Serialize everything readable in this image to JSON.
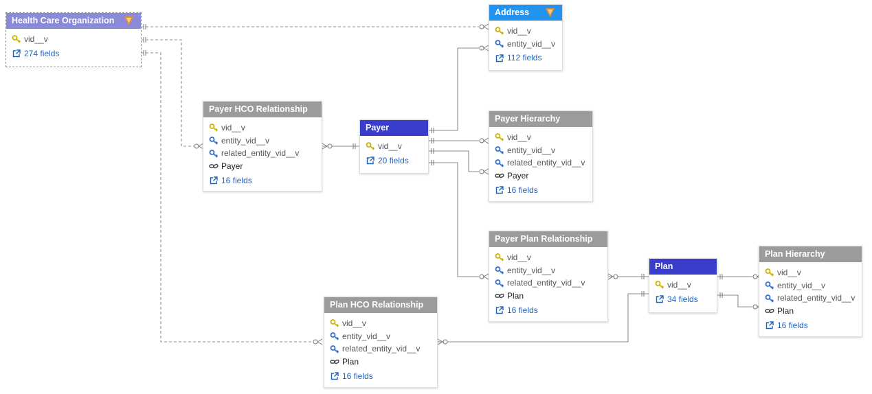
{
  "entities": {
    "hco": {
      "title": "Health Care Organization",
      "fields": [
        {
          "text": "vid__v",
          "icon": "primary-key-icon"
        }
      ],
      "link": "274 fields",
      "color": "#8a8ad8"
    },
    "address": {
      "title": "Address",
      "fields": [
        {
          "text": "vid__v",
          "icon": "primary-key-icon"
        },
        {
          "text": "entity_vid__v",
          "icon": "foreign-key-icon"
        }
      ],
      "link": "112 fields",
      "color": "#2294f0"
    },
    "phco": {
      "title": "Payer HCO Relationship",
      "fields": [
        {
          "text": "vid__v",
          "icon": "primary-key-icon"
        },
        {
          "text": "entity_vid__v",
          "icon": "foreign-key-icon"
        },
        {
          "text": "related_entity_vid__v",
          "icon": "foreign-key-icon"
        },
        {
          "text": "Payer",
          "icon": "relationship-link-icon"
        }
      ],
      "link": "16 fields"
    },
    "payer": {
      "title": "Payer",
      "fields": [
        {
          "text": "vid__v",
          "icon": "primary-key-icon"
        }
      ],
      "link": "20 fields",
      "color": "#3a3ccc"
    },
    "phier": {
      "title": "Payer Hierarchy",
      "fields": [
        {
          "text": "vid__v",
          "icon": "primary-key-icon"
        },
        {
          "text": "entity_vid__v",
          "icon": "foreign-key-icon"
        },
        {
          "text": "related_entity_vid__v",
          "icon": "foreign-key-icon"
        },
        {
          "text": "Payer",
          "icon": "relationship-link-icon"
        }
      ],
      "link": "16 fields"
    },
    "ppr": {
      "title": "Payer Plan Relationship",
      "fields": [
        {
          "text": "vid__v",
          "icon": "primary-key-icon"
        },
        {
          "text": "entity_vid__v",
          "icon": "foreign-key-icon"
        },
        {
          "text": "related_entity_vid__v",
          "icon": "foreign-key-icon"
        },
        {
          "text": "Plan",
          "icon": "relationship-link-icon"
        }
      ],
      "link": "16 fields"
    },
    "plan": {
      "title": "Plan",
      "fields": [
        {
          "text": "vid__v",
          "icon": "primary-key-icon"
        }
      ],
      "link": "34 fields",
      "color": "#3a3ccc"
    },
    "planhier": {
      "title": "Plan Hierarchy",
      "fields": [
        {
          "text": "vid__v",
          "icon": "primary-key-icon"
        },
        {
          "text": "entity_vid__v",
          "icon": "foreign-key-icon"
        },
        {
          "text": "related_entity_vid__v",
          "icon": "foreign-key-icon"
        },
        {
          "text": "Plan",
          "icon": "relationship-link-icon"
        }
      ],
      "link": "16 fields"
    },
    "planhco": {
      "title": "Plan HCO Relationship",
      "fields": [
        {
          "text": "vid__v",
          "icon": "primary-key-icon"
        },
        {
          "text": "entity_vid__v",
          "icon": "foreign-key-icon"
        },
        {
          "text": "related_entity_vid__v",
          "icon": "foreign-key-icon"
        },
        {
          "text": "Plan",
          "icon": "relationship-link-icon"
        }
      ],
      "link": "16 fields"
    }
  },
  "colors": {
    "header_gray": "#9b9b9b",
    "primary_key": "#c9b400",
    "foreign_key": "#2f6fd0",
    "link_text": "#1e62c0",
    "connector": "#8c8c8c",
    "badge": "#e8902a"
  }
}
